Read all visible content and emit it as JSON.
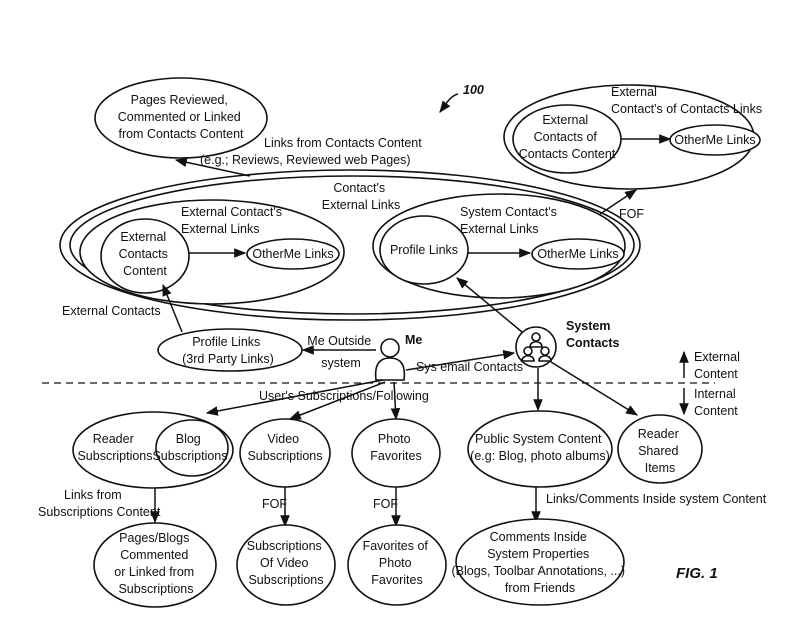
{
  "ref_number": "100",
  "figure_label": "FIG. 1",
  "nodes": {
    "pages_reviewed": [
      "Pages Reviewed,",
      "Commented or Linked",
      "from Contacts Content"
    ],
    "contacts_external_links": [
      "Contact's",
      "External Links"
    ],
    "ext_contacts_ext_links": [
      "External Contact's",
      "External Links"
    ],
    "external_contacts_content": [
      "External",
      "Contacts",
      "Content"
    ],
    "otherme_links_left": "OtherMe Links",
    "system_contacts_ext_links": [
      "System Contact's",
      "External Links"
    ],
    "profile_links_right": "Profile Links",
    "otherme_links_middle": "OtherMe Links",
    "ext_contacts_of_contacts_title": [
      "External",
      "Contact's of Contacts Links"
    ],
    "external_contacts_of_contacts_content": [
      "External",
      "Contacts of",
      "Contacts Content"
    ],
    "otherme_links_right": "OtherMe Links",
    "profile_links_3rd": [
      "Profile Links",
      "(3rd Party Links)"
    ],
    "me": "Me",
    "system_contacts": [
      "System",
      "Contacts"
    ],
    "reader_subscriptions": [
      "Reader",
      "Subscriptions"
    ],
    "blog_subscriptions": [
      "Blog",
      "Subscriptions"
    ],
    "video_subscriptions": [
      "Video",
      "Subscriptions"
    ],
    "photo_favorites": [
      "Photo",
      "Favorites"
    ],
    "public_system_content": [
      "Public System Content",
      "(e.g: Blog, photo albums)"
    ],
    "reader_shared_items": [
      "Reader",
      "Shared",
      "Items"
    ],
    "pages_blogs_commented": [
      "Pages/Blogs",
      "Commented",
      "or Linked from",
      "Subscriptions"
    ],
    "subscriptions_of_video": [
      "Subscriptions",
      "Of Video",
      "Subscriptions"
    ],
    "favorites_of_photo": [
      "Favorites of",
      "Photo",
      "Favorites"
    ],
    "comments_inside": [
      "Comments Inside",
      "System Properties",
      "(Blogs, Toolbar Annotations, ...)",
      "from  Friends"
    ]
  },
  "edge_labels": {
    "links_from_contacts_content": [
      "Links from Contacts Content",
      "(e.g.; Reviews, Reviewed web Pages)"
    ],
    "fof_top": "FOF",
    "external_contacts": "External Contacts",
    "me_outside_system": [
      "Me Outside",
      "system"
    ],
    "sys_email_contacts": "Sys email Contacts",
    "users_subscriptions": "User's Subscriptions/Following",
    "fof_video": "FOF",
    "fof_photo": "FOF",
    "links_from_subscriptions": [
      "Links from",
      "Subscriptions Content"
    ],
    "links_comments_inside": "Links/Comments Inside system Content"
  },
  "legend": {
    "external_content": [
      "External",
      "Content"
    ],
    "internal_content": [
      "Internal",
      "Content"
    ]
  }
}
